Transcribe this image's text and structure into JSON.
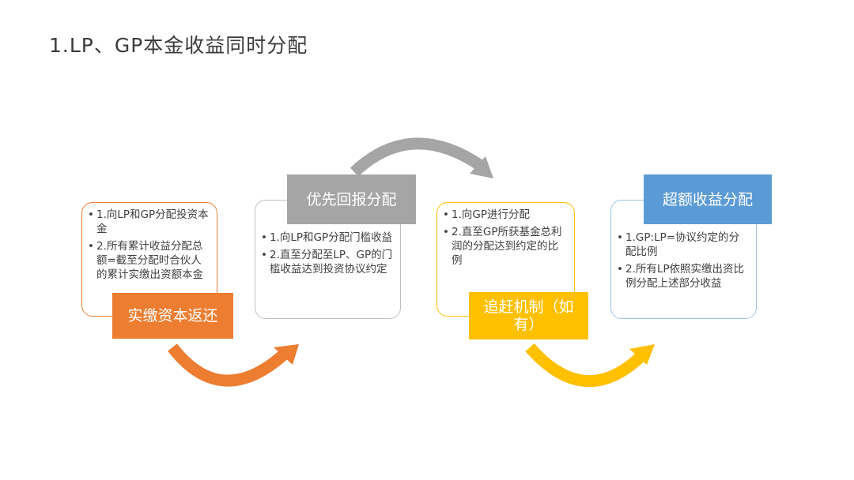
{
  "title": "1.LP、GP本金收益同时分配",
  "colors": {
    "orange": "#ED7D31",
    "gray": "#A5A5A5",
    "gold": "#FFC000",
    "blue": "#5B9BD5"
  },
  "stages": [
    {
      "label": "实缴资本返还",
      "items": [
        "1.向LP和GP分配投资本金",
        "2.所有累计收益分配总额=截至分配时合伙人的累计实缴出资额本金"
      ]
    },
    {
      "label": "优先回报分配",
      "items": [
        "1.向LP和GP分配门槛收益",
        "2.直至分配至LP、GP的门槛收益达到投资协议约定"
      ]
    },
    {
      "label": "追赶机制（如有）",
      "items": [
        "1.向GP进行分配",
        "2.直至GP所获基金总利润的分配达到约定的比例"
      ]
    },
    {
      "label": "超额收益分配",
      "items": [
        "1.GP:LP=协议约定的分配比例",
        "2.所有LP依照实缴出资比例分配上述部分收益"
      ]
    }
  ]
}
